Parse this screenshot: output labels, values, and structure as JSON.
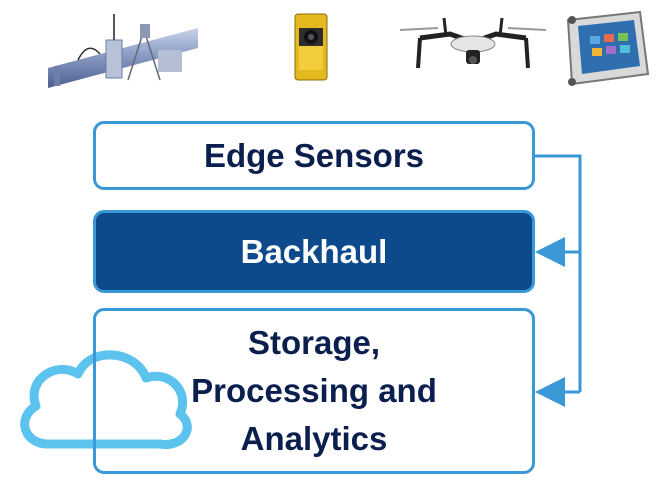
{
  "devices": [
    {
      "icon": "pipeline-sensor-icon"
    },
    {
      "icon": "industrial-camera-icon"
    },
    {
      "icon": "drone-icon"
    },
    {
      "icon": "rugged-tablet-icon"
    }
  ],
  "layers": {
    "edge": "Edge Sensors",
    "backhaul": "Backhaul",
    "storage_lines": [
      "Storage,",
      "Processing and",
      "Analytics"
    ]
  },
  "cloud": {
    "icon": "cloud-icon"
  },
  "colors": {
    "border": "#3a98d6",
    "backhaul_fill": "#0d4a8b",
    "text_dark": "#0b1f4f",
    "cloud_stroke": "#5bc3ee"
  }
}
